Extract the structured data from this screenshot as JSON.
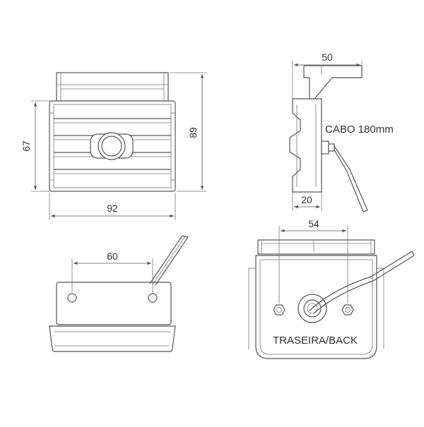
{
  "front_view": {
    "width_label": "92",
    "height_label": "89",
    "inner_height_label": "67"
  },
  "side_view": {
    "top_width_label": "50",
    "bottom_width_label": "20",
    "cable_label": "CABO 180mm"
  },
  "bottom_view": {
    "hole_spacing_label": "60"
  },
  "back_view": {
    "hole_spacing_label": "54",
    "back_label": "TRASEIRA/BACK"
  },
  "colors": {
    "line": "#555555",
    "text": "#333333",
    "background": "#ffffff"
  }
}
